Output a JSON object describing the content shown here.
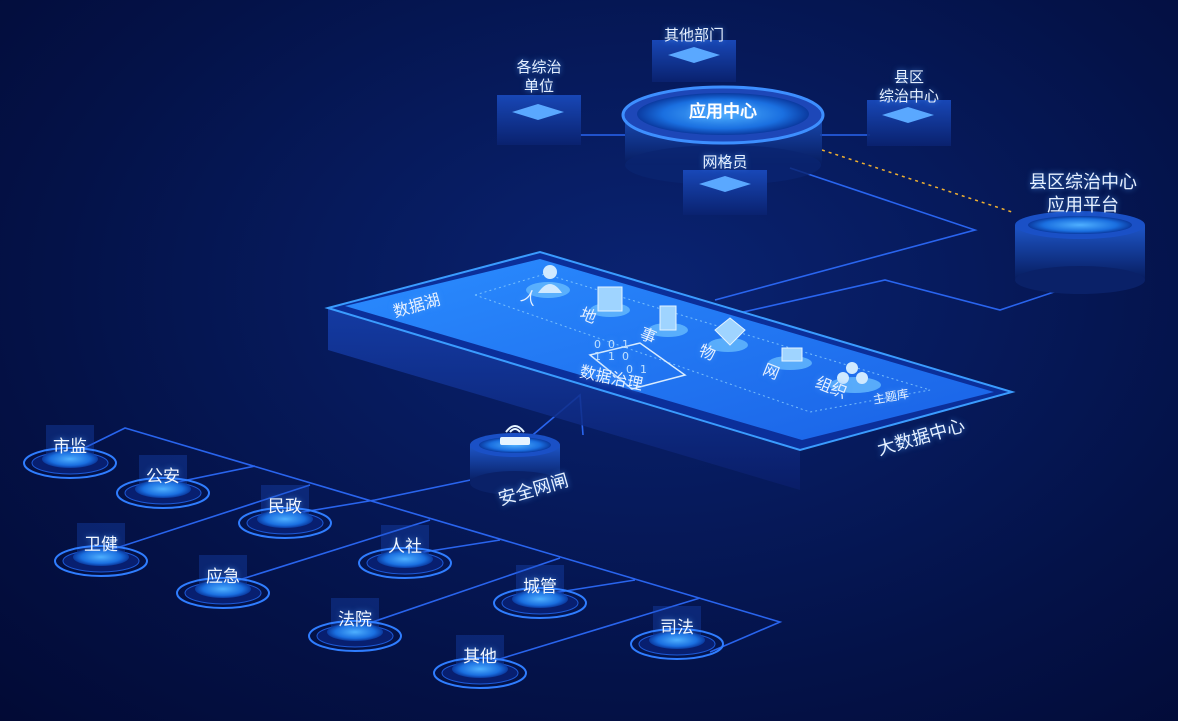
{
  "app_center": {
    "title": "应用中心",
    "nodes": {
      "units": "各综治\n单位",
      "others": "其他部门",
      "county": "县区\n综治中心",
      "grid": "网格员"
    }
  },
  "county_platform": "县区综治中心\n应用平台",
  "big_data": {
    "title": "大数据中心",
    "lake": "数据湖",
    "governance": "数据治理",
    "topic_db": "主题库",
    "entities": [
      "人",
      "地",
      "事",
      "物",
      "网",
      "组织"
    ],
    "binary": [
      "0  0  1",
      "1  1  0",
      "0  1"
    ]
  },
  "gateway": "安全网闸",
  "departments": [
    "市监",
    "公安",
    "民政",
    "卫健",
    "应急",
    "人社",
    "法院",
    "城管",
    "其他",
    "司法"
  ],
  "colors": {
    "background": "#041248",
    "accent": "#1f8bff",
    "line": "#2d6dff",
    "dashed": "#f0b030"
  }
}
